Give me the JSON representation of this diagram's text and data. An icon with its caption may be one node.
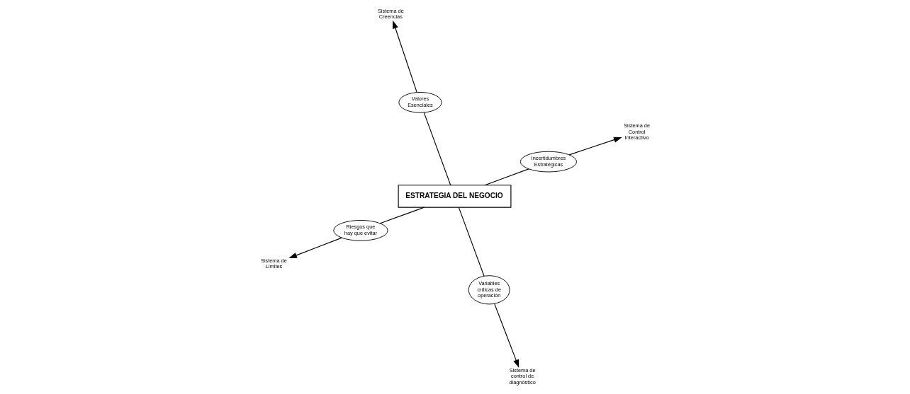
{
  "diagram": {
    "nodes": [
      {
        "text": [
          "ESTRATEGIA DEL NEGOCIO"
        ]
      },
      {
        "text": [
          "Valores Esenciales"
        ]
      },
      {
        "text": [
          "Riesgos que hay que evitar"
        ]
      },
      {
        "text": [
          "Incertidumbres Estratégicas"
        ]
      },
      {
        "text": [
          "Variables críticas de operación"
        ]
      },
      {
        "text": [
          "Sistema de Creencias"
        ]
      },
      {
        "text": [
          "Sistema de Límites"
        ]
      },
      {
        "text": [
          "Sistema de Control Interactivo"
        ]
      },
      {
        "text": [
          "Sistema de control de diagnóstico"
        ]
      }
    ],
    "edges": [
      {
        "from": 0,
        "to": 1,
        "arrow": "none"
      },
      {
        "from": 1,
        "to": 5,
        "arrow": "to"
      },
      {
        "from": 0,
        "to": 2,
        "arrow": "none"
      },
      {
        "from": 2,
        "to": 6,
        "arrow": "to"
      },
      {
        "from": 0,
        "to": 3,
        "arrow": "none"
      },
      {
        "from": 3,
        "to": 7,
        "arrow": "to"
      },
      {
        "from": 0,
        "to": 4,
        "arrow": "none"
      },
      {
        "from": 4,
        "to": 8,
        "arrow": "to"
      }
    ]
  }
}
